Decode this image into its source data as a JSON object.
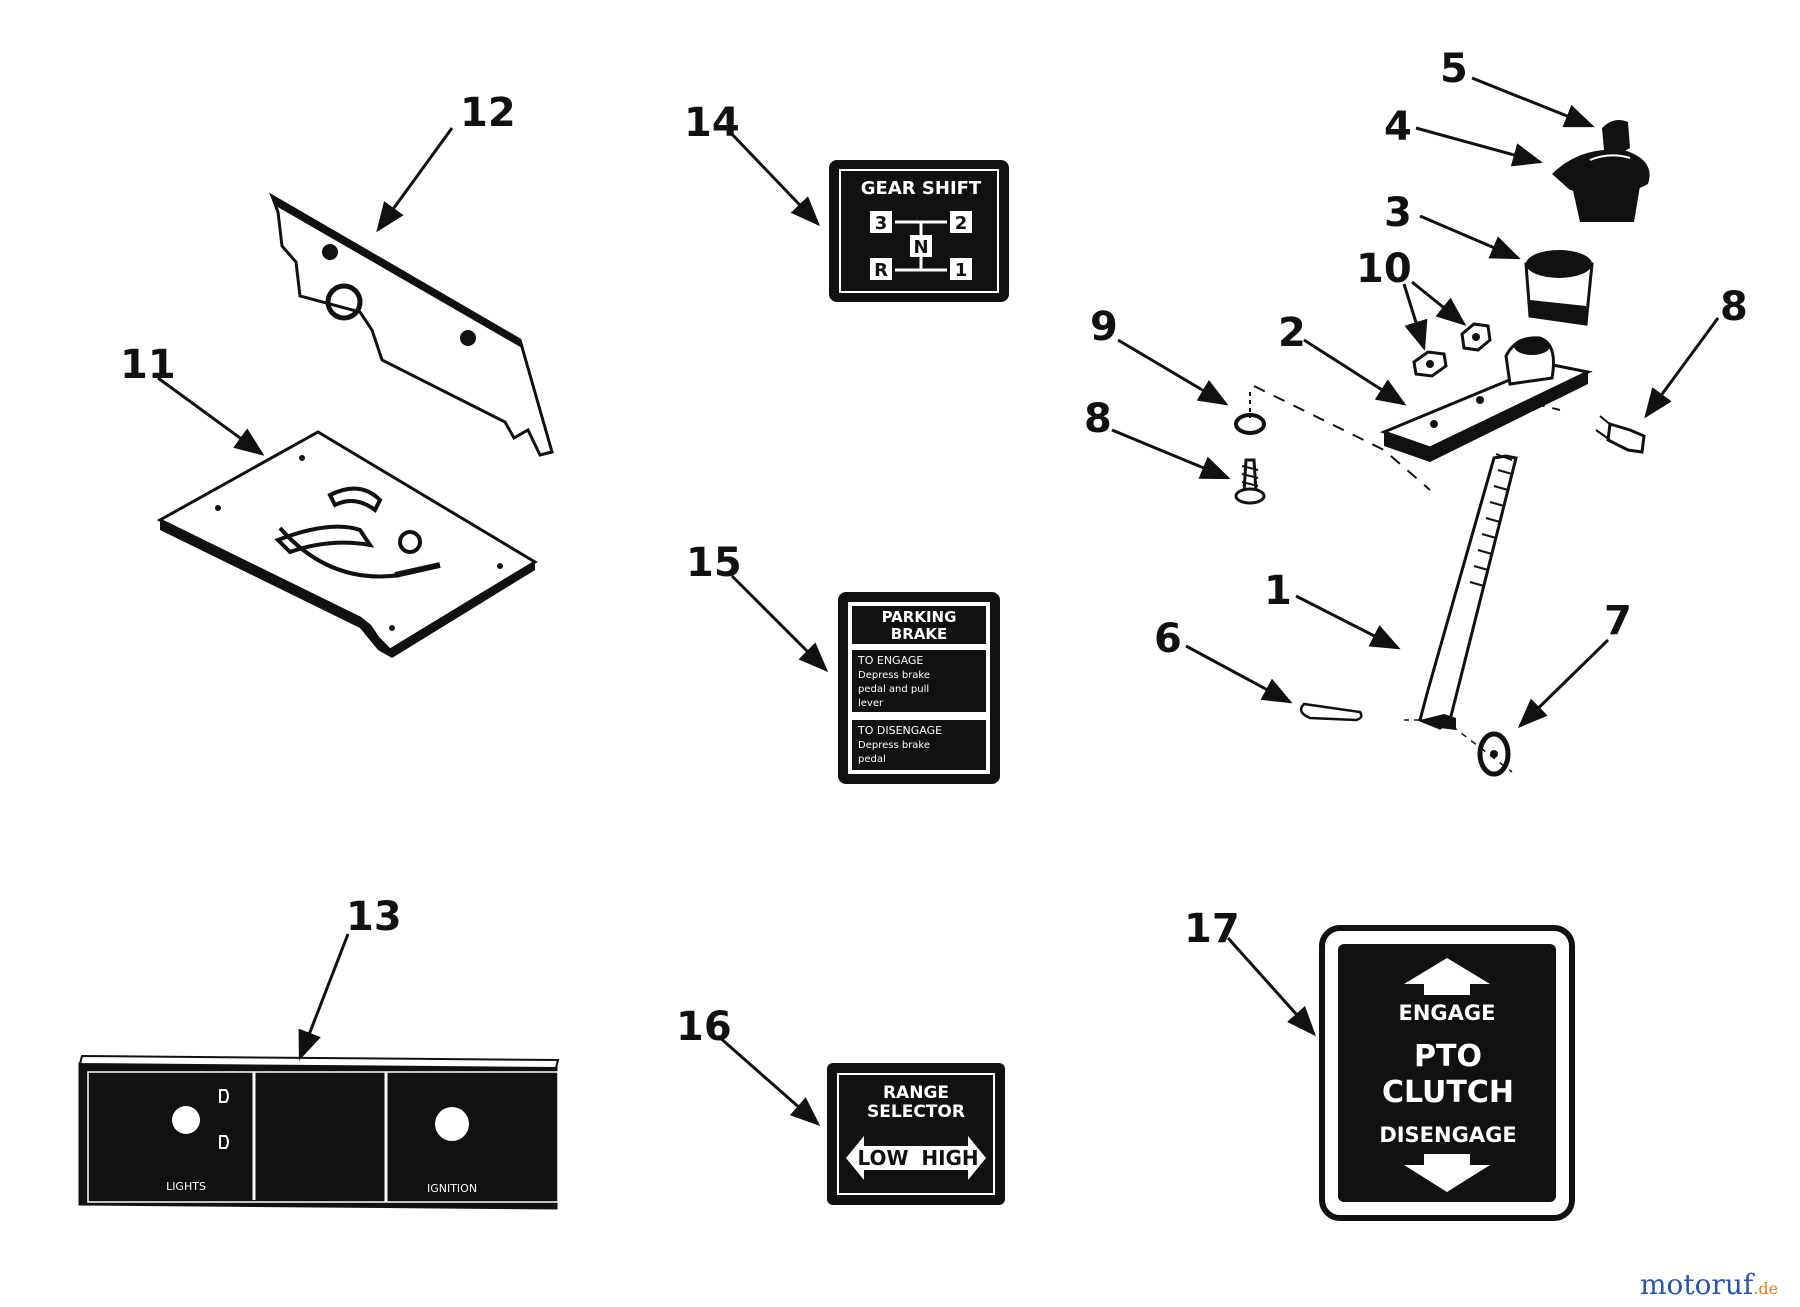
{
  "callouts": {
    "p1": "1",
    "p2": "2",
    "p3": "3",
    "p4": "4",
    "p5": "5",
    "p6": "6",
    "p7": "7",
    "p8a": "8",
    "p8b": "8",
    "p9": "9",
    "p10": "10",
    "p11": "11",
    "p12": "12",
    "p13": "13",
    "p14": "14",
    "p15": "15",
    "p16": "16",
    "p17": "17"
  },
  "decal_gear_shift": {
    "title": "GEAR SHIFT",
    "positions": {
      "p3": "3",
      "p2": "2",
      "neutral": "N",
      "reverse": "R",
      "p1": "1"
    }
  },
  "decal_parking_brake": {
    "title_line1": "PARKING",
    "title_line2": "BRAKE",
    "engage_heading": "TO ENGAGE",
    "engage_line1": "Depress brake",
    "engage_line2": "pedal and pull",
    "engage_line3": "lever",
    "disengage_heading": "TO DISENGAGE",
    "disengage_line1": "Depress brake",
    "disengage_line2": "pedal"
  },
  "decal_range_selector": {
    "line1": "RANGE",
    "line2": "SELECTOR",
    "low": "LOW",
    "high": "HIGH"
  },
  "decal_pto_clutch": {
    "engage": "ENGAGE",
    "line1": "PTO",
    "line2": "CLUTCH",
    "disengage": "DISENGAGE"
  },
  "control_panel": {
    "lights_label": "LIGHTS",
    "ignition_label": "IGNITION"
  },
  "watermark": {
    "part_a": "motoruf",
    "part_b": ".de"
  },
  "colors": {
    "ink": "#111111",
    "paper": "#ffffff",
    "watermark_blue": "#2a56a8",
    "watermark_orange": "#e07a1f"
  }
}
